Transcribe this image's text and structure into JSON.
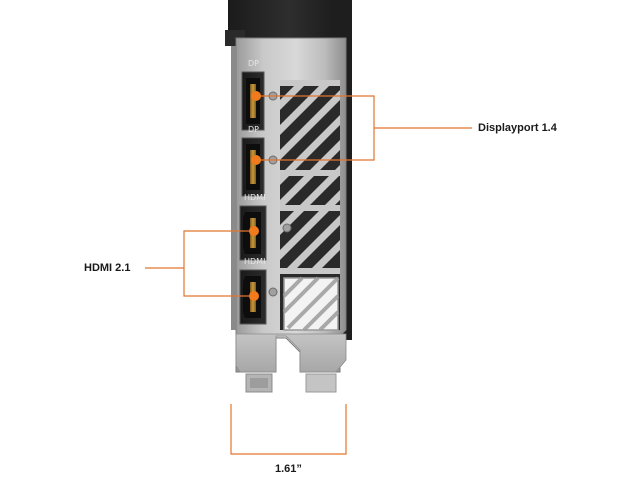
{
  "callouts": {
    "displayport": "Displayport 1.4",
    "hdmi": "HDMI 2.1",
    "width": "1.61”"
  },
  "ports": [
    {
      "type": "DisplayPort",
      "label": "DP"
    },
    {
      "type": "DisplayPort",
      "label": "DP"
    },
    {
      "type": "HDMI",
      "label": "HDMI"
    },
    {
      "type": "HDMI",
      "label": "HDMI"
    }
  ],
  "colors": {
    "callout_line": "#e2762c",
    "marker": "#f07a1c",
    "bracket": "#cfcfcf",
    "bracket_dark": "#2a2a2a"
  }
}
